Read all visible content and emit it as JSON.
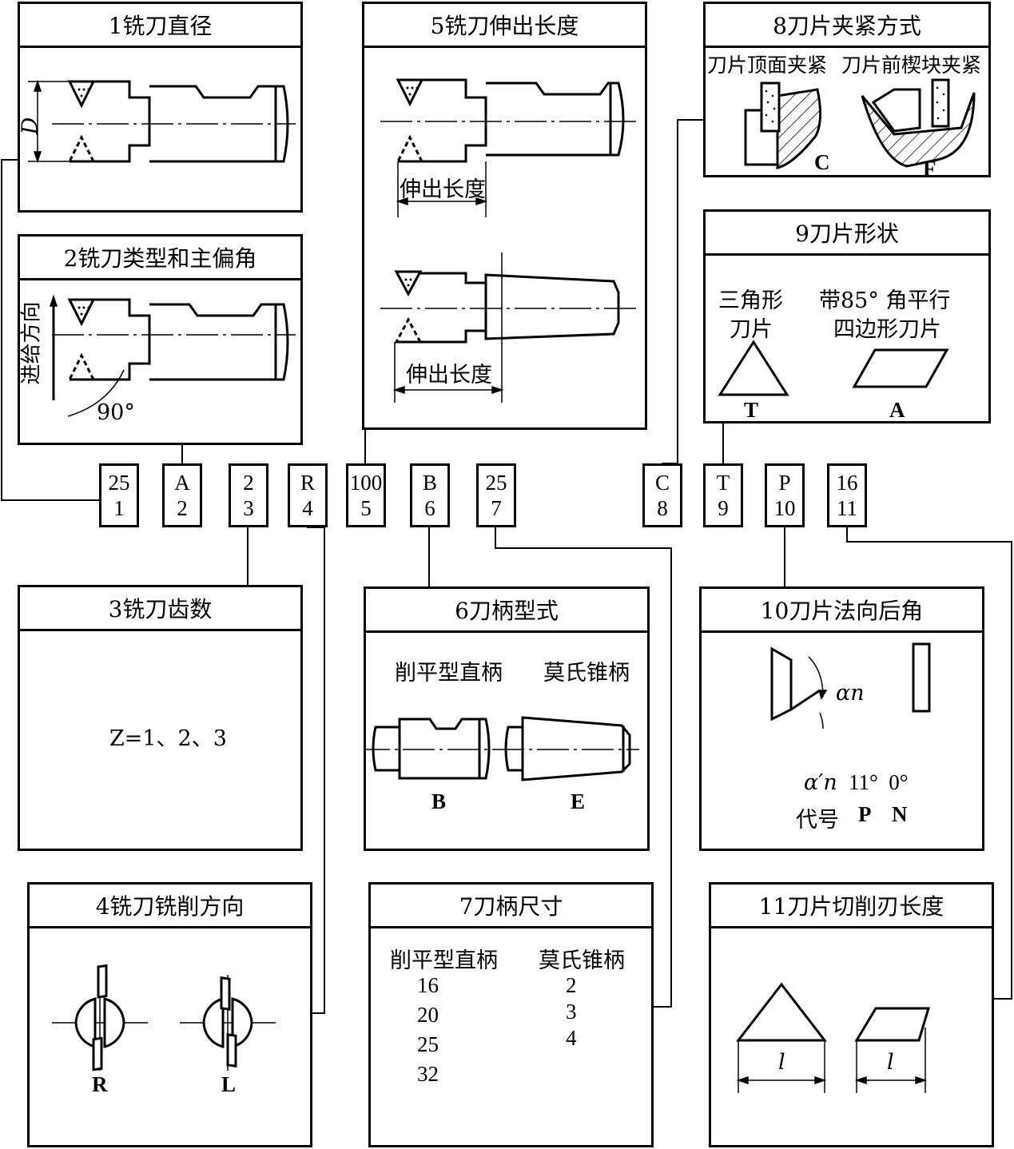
{
  "panels": {
    "p1": {
      "title": "1铣刀直径",
      "dim_label": "D"
    },
    "p2": {
      "title": "2铣刀类型和主偏角",
      "feed_label": "进给方向",
      "angle_label": "90°"
    },
    "p3": {
      "title": "3铣刀齿数",
      "formula": "Z=1、2、3"
    },
    "p4": {
      "title": "4铣刀铣削方向",
      "labels": [
        "R",
        "L"
      ]
    },
    "p5": {
      "title": "5铣刀伸出长度",
      "ext_label_1": "伸出长度",
      "ext_label_2": "伸出长度"
    },
    "p6": {
      "title": "6刀柄型式",
      "col1": "削平型直柄",
      "col2": "莫氏锥柄",
      "code1": "B",
      "code2": "E"
    },
    "p7": {
      "title": "7刀柄尺寸",
      "col1": "削平型直柄",
      "col2": "莫氏锥柄",
      "col1_values": [
        "16",
        "20",
        "25",
        "32"
      ],
      "col2_values": [
        "2",
        "3",
        "4"
      ]
    },
    "p8": {
      "title": "8刀片夹紧方式",
      "sub1": "刀片顶面夹紧",
      "sub2": "刀片前楔块夹紧",
      "code1": "C",
      "code2": "F"
    },
    "p9": {
      "title": "9刀片形状",
      "shape1_line1": "三角形",
      "shape1_line2": "刀片",
      "shape2_line1": "带85° 角平行",
      "shape2_line2": "四边形刀片",
      "code1": "T",
      "code2": "A"
    },
    "p10": {
      "title": "10刀片法向后角",
      "alpha_label": "αn",
      "alpha_prime": "α′n",
      "angle_values": "11°  0°",
      "code_label": "代号",
      "code_values": "P    N"
    },
    "p11": {
      "title": "11刀片切削刃长度",
      "dim1": "l",
      "dim2": "l"
    }
  },
  "codes": [
    {
      "value": "25",
      "position": "1"
    },
    {
      "value": "A",
      "position": "2"
    },
    {
      "value": "2",
      "position": "3"
    },
    {
      "value": "R",
      "position": "4"
    },
    {
      "value": "100",
      "position": "5"
    },
    {
      "value": "B",
      "position": "6"
    },
    {
      "value": "25",
      "position": "7"
    },
    {
      "value": "C",
      "position": "8"
    },
    {
      "value": "T",
      "position": "9"
    },
    {
      "value": "P",
      "position": "10"
    },
    {
      "value": "16",
      "position": "11"
    }
  ]
}
